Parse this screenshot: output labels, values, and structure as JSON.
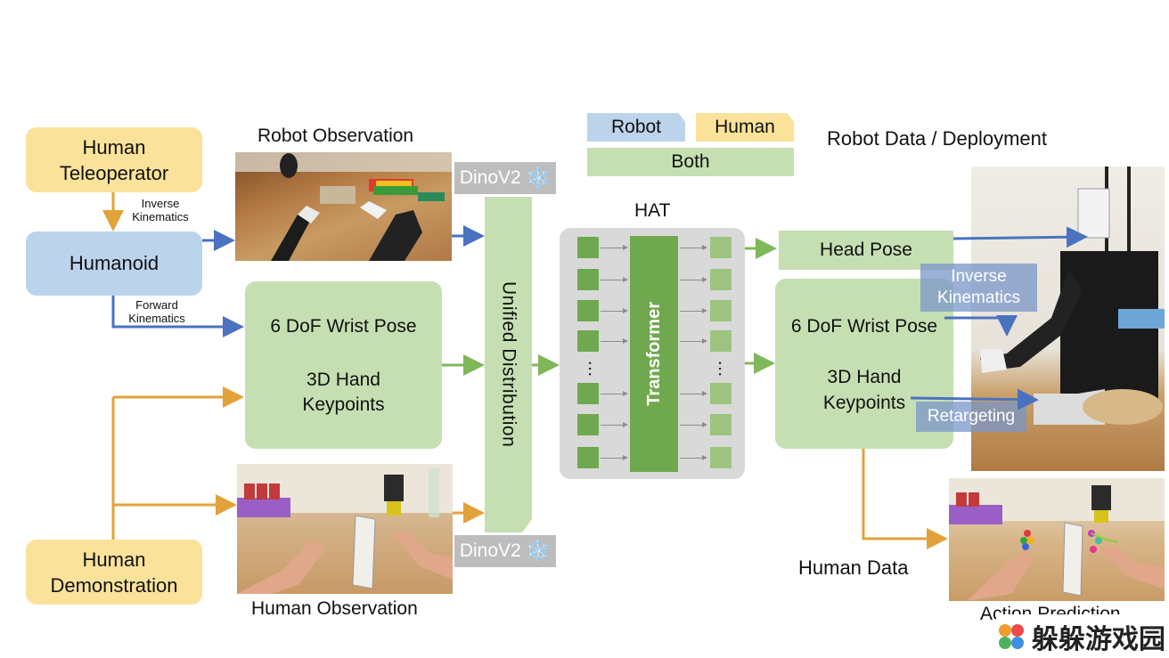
{
  "nodes": {
    "human_teleoperator": "Human\nTeleoperator",
    "humanoid": "Humanoid",
    "human_demonstration": "Human\nDemonstration",
    "robot_wrist_box": {
      "line1": "6 DoF Wrist Pose",
      "line2": "3D Hand\nKeypoints"
    },
    "output_wrist_box": {
      "line1": "6 DoF Wrist Pose",
      "line2": "3D Hand\nKeypoints"
    },
    "head_pose": "Head Pose",
    "unified": "Unified Distribution",
    "transformer": "Transformer"
  },
  "labels": {
    "inverse_kinematics_small": "Inverse\nKinematics",
    "forward_kinematics_small": "Forward\nKinematics",
    "robot_observation": "Robot Observation",
    "human_observation": "Human Observation",
    "hat": "HAT",
    "robot_data_deployment": "Robot Data / Deployment",
    "human_data": "Human Data",
    "action_prediction": "Action Prediction",
    "dino_top": "DinoV2",
    "dino_bottom": "DinoV2",
    "overlay_inverse_kinematics": "Inverse\nKinematics",
    "overlay_retargeting": "Retargeting",
    "watermark": "躲躲游戏园"
  },
  "legend": {
    "robot": "Robot",
    "human": "Human",
    "both": "Both"
  },
  "icons": {
    "snowflake": "❄️"
  },
  "colors": {
    "human_yellow": "#fae29b",
    "robot_blue": "#bcd3ec",
    "both_green": "#c5dfb2",
    "arrow_orange": "#e2a23a",
    "arrow_blue": "#4a72c0",
    "arrow_green": "#7fb75a",
    "token_green": "#6fa84e",
    "transformer_green": "#6fa84e"
  }
}
